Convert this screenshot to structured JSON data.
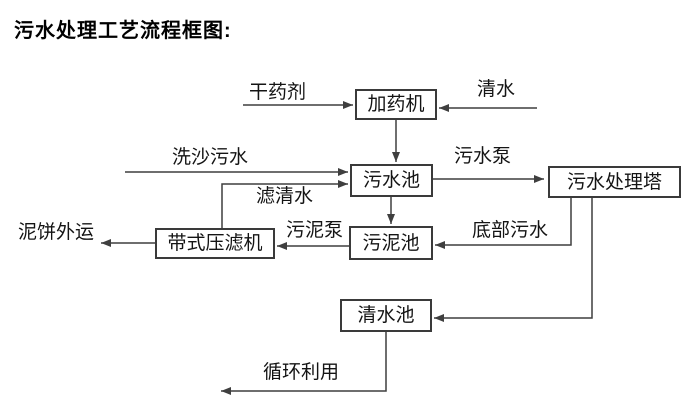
{
  "title": "污水处理工艺流程框图:",
  "nodes": {
    "dosing_machine": "加药机",
    "sewage_pool": "污水池",
    "treatment_tower": "污水处理塔",
    "belt_filter_press": "带式压滤机",
    "sludge_pool": "污泥池",
    "clean_water_pool": "清水池"
  },
  "flow_labels": {
    "dry_agent": "干药剂",
    "clean_water": "清水",
    "sand_washing_sewage": "洗沙污水",
    "filtered_water": "滤清水",
    "sewage_pump": "污水泵",
    "sludge_pump": "污泥泵",
    "mud_cake_out": "泥饼外运",
    "bottom_sewage": "底部污水",
    "recycle_use": "循环利用"
  },
  "colors": {
    "line": "#3f3f3f",
    "text": "#141414",
    "background": "#ffffff"
  }
}
